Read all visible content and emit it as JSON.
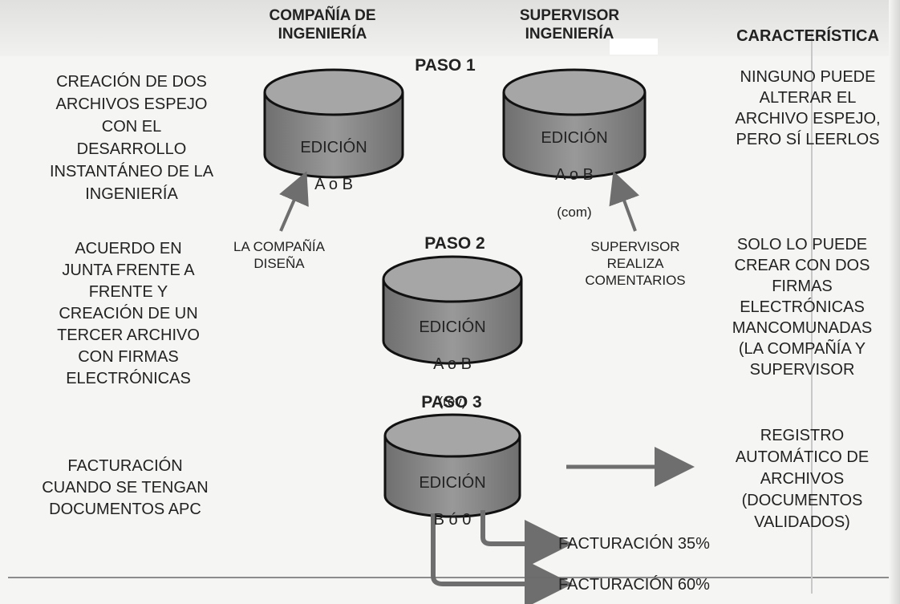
{
  "headers": {
    "company": "COMPAÑÍA DE\nINGENIERÍA",
    "supervisor": "SUPERVISOR\nINGENIERÍA",
    "feature": "CARACTERÍSTICA"
  },
  "steps": [
    {
      "title": "PASO 1",
      "description": "CREACIÓN DE DOS\nARCHIVOS ESPEJO\nCON EL\nDESARROLLO\nINSTANTÁNEO DE LA\nINGENIERÍA",
      "feature": "NINGUNO PUEDE\nALTERAR EL\nARCHIVO ESPEJO,\nPERO SÍ LEERLOS"
    },
    {
      "title": "PASO 2",
      "description": "ACUERDO EN\nJUNTA FRENTE A\nFRENTE Y\nCREACIÓN DE UN\nTERCER ARCHIVO\nCON FIRMAS\nELECTRÓNICAS",
      "feature": "SOLO LO PUEDE\nCREAR CON DOS\nFIRMAS\nELECTRÓNICAS\nMANCOMUNADAS\n(LA COMPAÑÍA Y\nSUPERVISOR"
    },
    {
      "title": "PASO 3",
      "description": "FACTURACIÓN\nCUANDO SE TENGAN\nDOCUMENTOS APC",
      "feature": "REGISTRO\nAUTOMÁTICO DE\nARCHIVOS\n(DOCUMENTOS\nVALIDADOS)"
    }
  ],
  "cylinders": {
    "company": {
      "label": "EDICIÓN",
      "sub": "A o B",
      "note": ""
    },
    "supervisor": {
      "label": "EDICIÓN",
      "sub": "A o B",
      "note": "(com)"
    },
    "rev": {
      "label": "EDICIÓN",
      "sub": "A o B",
      "note": "(rev)"
    },
    "final": {
      "label": "EDICIÓN",
      "sub": "B ó 0",
      "note": ""
    }
  },
  "arrow_labels": {
    "company": "LA COMPAÑÍA\nDISEÑA",
    "supervisor": "SUPERVISOR\nREALIZA\nCOMENTARIOS"
  },
  "billing": [
    {
      "label": "FACTURACIÓN 35%"
    },
    {
      "label": "FACTURACIÓN 60%"
    }
  ],
  "colors": {
    "cylinder_body": "#8d8d8d",
    "cylinder_top": "#a6a6a6",
    "arrow": "#6e6e6e",
    "text": "#222222"
  }
}
